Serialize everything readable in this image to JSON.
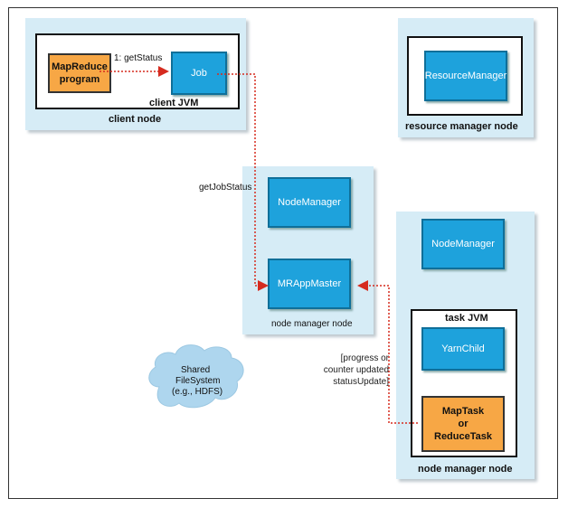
{
  "client_node": {
    "label": "client node",
    "jvm_label": "client JVM",
    "mapreduce_program": "MapReduce\nprogram",
    "job": "Job",
    "step1_label": "1: getStatus"
  },
  "resource_manager_node": {
    "label": "resource manager node",
    "resource_manager": "ResourceManager"
  },
  "node_manager_node_1": {
    "label": "node manager node",
    "node_manager": "NodeManager",
    "mr_app_master": "MRAppMaster"
  },
  "node_manager_node_2": {
    "label": "node manager node",
    "node_manager": "NodeManager",
    "task_jvm_label": "task JVM",
    "yarn_child": "YarnChild",
    "task": "MapTask\nor\nReduceTask"
  },
  "arrows": {
    "get_job_status": "getJobStatus",
    "status_update": "[progress or\ncounter updated\nstatusUpdate]"
  },
  "shared_fs": {
    "line1": "Shared",
    "line2": "FileSystem",
    "line3": "(e.g., HDFS)"
  },
  "colors": {
    "node_bg": "#d6ecf6",
    "component_blue": "#1ea2dc",
    "program_orange": "#f7a745",
    "arrow_red": "#d62b1f"
  }
}
